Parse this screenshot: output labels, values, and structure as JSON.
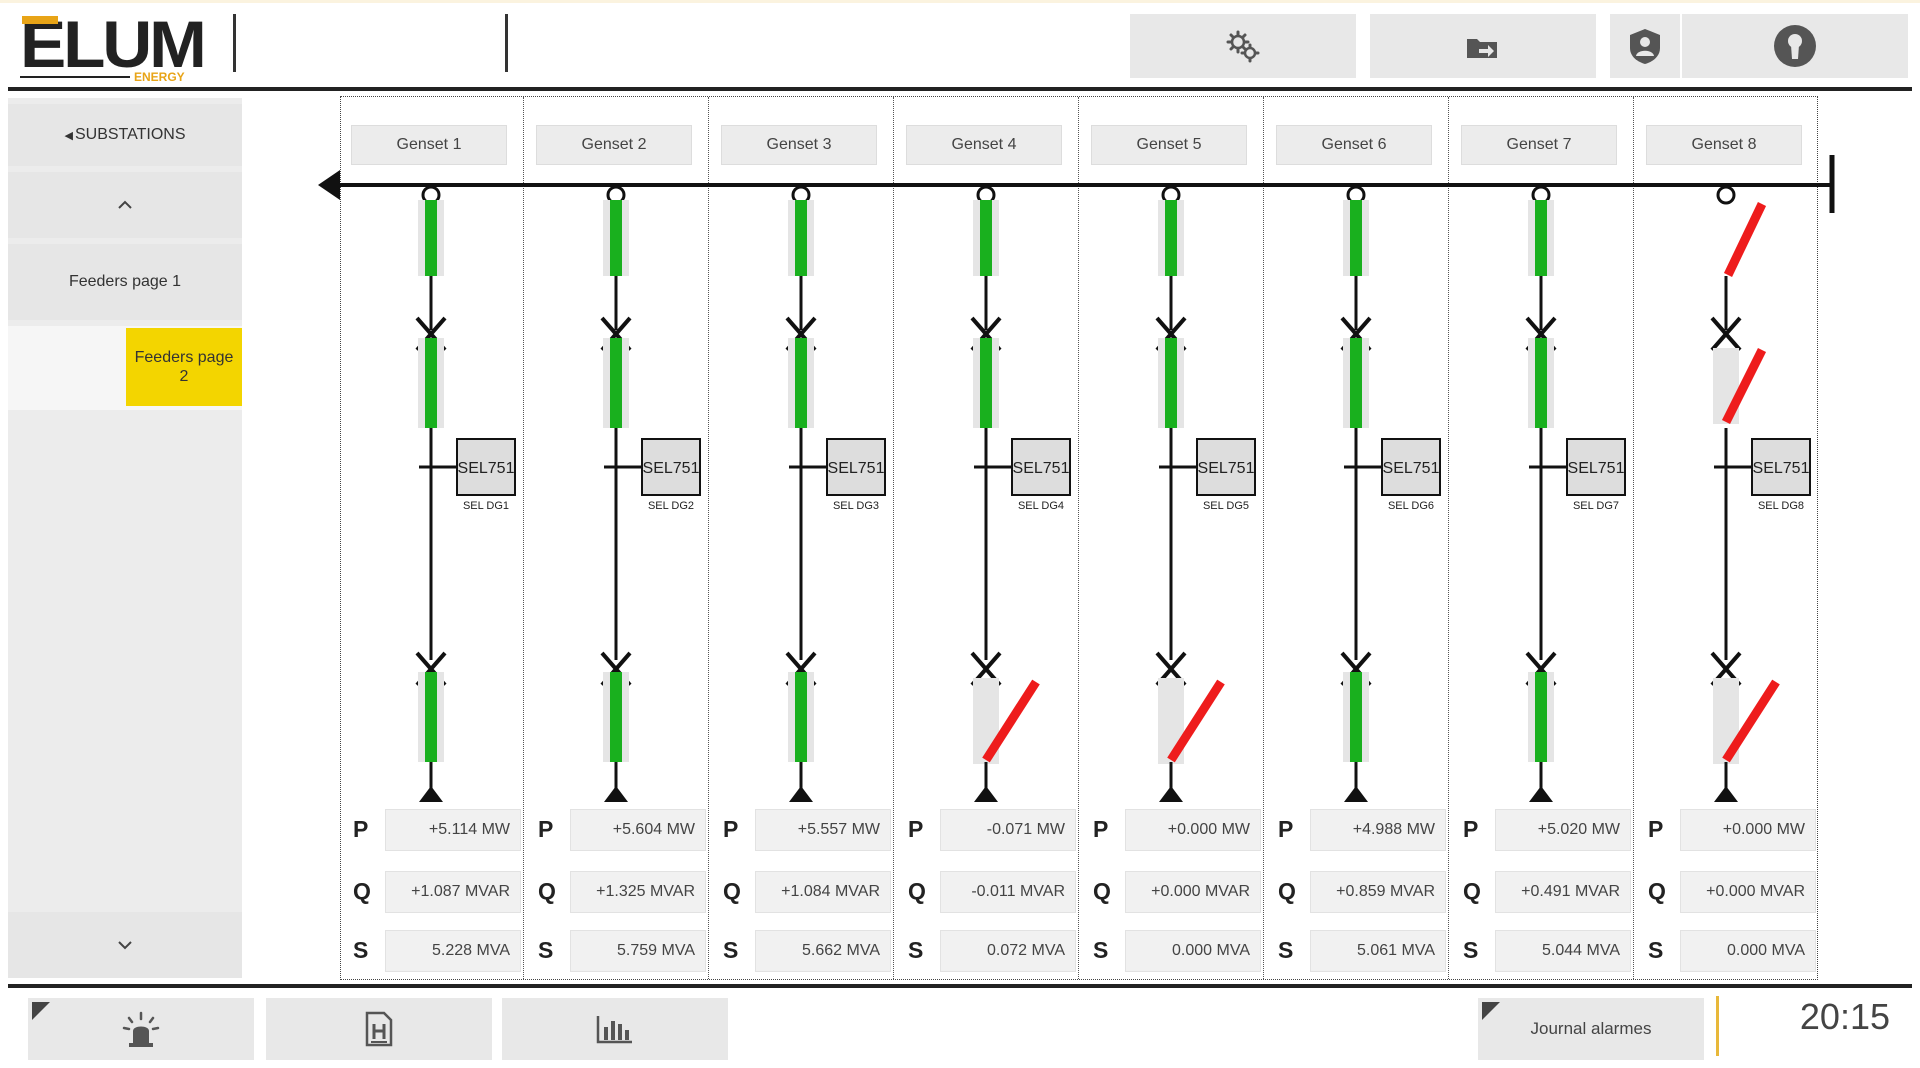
{
  "header": {
    "logo_text": "ELUM",
    "logo_sub": "ENERGY",
    "buttons": [
      {
        "name": "settings-button",
        "icon": "gears-icon"
      },
      {
        "name": "export-button",
        "icon": "folder-export-icon"
      },
      {
        "name": "user-button",
        "icon": "user-shield-icon"
      },
      {
        "name": "account-button",
        "icon": "keyhole-icon"
      }
    ]
  },
  "sidebar": {
    "back_label": "SUBSTATIONS",
    "up_icon": "chevron-up-icon",
    "items": [
      {
        "label": "Feeders page 1",
        "active": false
      },
      {
        "label": "Feeders page 2",
        "active": true
      }
    ],
    "down_icon": "chevron-down-icon"
  },
  "gensets": [
    {
      "label": "Genset 1",
      "relay": "SEL751",
      "relay_tag": "SEL DG1",
      "top_breaker": "closed",
      "bottom_breaker": "closed",
      "P": "+5.114 MW",
      "Q": "+1.087 MVAR",
      "S": "5.228 MVA"
    },
    {
      "label": "Genset 2",
      "relay": "SEL751",
      "relay_tag": "SEL DG2",
      "top_breaker": "closed",
      "bottom_breaker": "closed",
      "P": "+5.604 MW",
      "Q": "+1.325 MVAR",
      "S": "5.759 MVA"
    },
    {
      "label": "Genset 3",
      "relay": "SEL751",
      "relay_tag": "SEL DG3",
      "top_breaker": "closed",
      "bottom_breaker": "closed",
      "P": "+5.557 MW",
      "Q": "+1.084 MVAR",
      "S": "5.662 MVA"
    },
    {
      "label": "Genset 4",
      "relay": "SEL751",
      "relay_tag": "SEL DG4",
      "top_breaker": "closed",
      "bottom_breaker": "open",
      "P": "-0.071 MW",
      "Q": "-0.011 MVAR",
      "S": "0.072 MVA"
    },
    {
      "label": "Genset 5",
      "relay": "SEL751",
      "relay_tag": "SEL DG5",
      "top_breaker": "closed",
      "bottom_breaker": "open",
      "P": "+0.000 MW",
      "Q": "+0.000 MVAR",
      "S": "0.000 MVA"
    },
    {
      "label": "Genset 6",
      "relay": "SEL751",
      "relay_tag": "SEL DG6",
      "top_breaker": "closed",
      "bottom_breaker": "closed",
      "P": "+4.988 MW",
      "Q": "+0.859 MVAR",
      "S": "5.061 MVA"
    },
    {
      "label": "Genset 7",
      "relay": "SEL751",
      "relay_tag": "SEL DG7",
      "top_breaker": "closed",
      "bottom_breaker": "closed",
      "P": "+5.020 MW",
      "Q": "+0.491 MVAR",
      "S": "5.044 MVA"
    },
    {
      "label": "Genset 8",
      "relay": "SEL751",
      "relay_tag": "SEL DG8",
      "top_breaker": "open",
      "bottom_breaker": "open",
      "P": "+0.000 MW",
      "Q": "+0.000 MVAR",
      "S": "0.000 MVA"
    }
  ],
  "row_letters": {
    "p": "P",
    "q": "Q",
    "s": "S"
  },
  "colors": {
    "closed": "#19b01e",
    "open": "#ee1c1c",
    "highlight": "#f3d500",
    "brand": "#e8a417"
  },
  "footer": {
    "buttons": [
      {
        "name": "alarm-button",
        "icon": "alarm-beacon-icon"
      },
      {
        "name": "report-button",
        "icon": "document-icon"
      },
      {
        "name": "trends-button",
        "icon": "bar-chart-icon"
      }
    ],
    "journal_label": "Journal alarmes",
    "clock": "20:15"
  }
}
